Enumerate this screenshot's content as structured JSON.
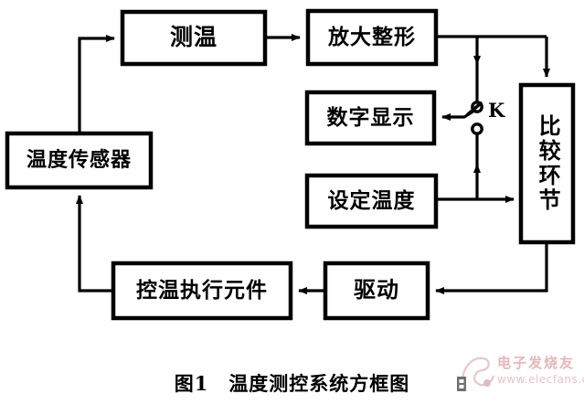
{
  "figure": {
    "caption_prefix": "图",
    "caption_number": "1",
    "caption_title": "温度测控系统方框图",
    "ink_color": "#000000",
    "background_color": "#ffffff"
  },
  "blocks": {
    "measure_temp": {
      "label": "测温"
    },
    "amplify_shape": {
      "label": "放大整形"
    },
    "digital_display": {
      "label": "数字显示"
    },
    "set_temp": {
      "label": "设定温度"
    },
    "comparator": {
      "label": "比较环节"
    },
    "temp_sensor": {
      "label": "温度传感器"
    },
    "control_actuator": {
      "label": "控温执行元件"
    },
    "driver": {
      "label": "驱动"
    }
  },
  "switch": {
    "label": "K",
    "name": "switch-k"
  },
  "watermark": {
    "brand": "电子发烧友",
    "url": "www.elecfans.com"
  }
}
